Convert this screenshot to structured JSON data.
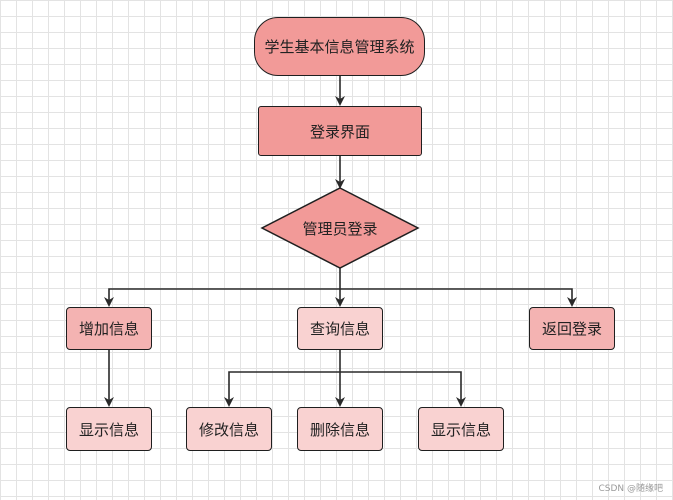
{
  "diagram": {
    "title_node": "学生基本信息管理系统",
    "login_node": "登录界面",
    "decision_node": "管理员登录",
    "branches": {
      "add": "增加信息",
      "query": "查询信息",
      "back": "返回登录"
    },
    "add_children": {
      "show": "显示信息"
    },
    "query_children": {
      "modify": "修改信息",
      "delete": "删除信息",
      "show": "显示信息"
    }
  },
  "colors": {
    "dark_fill": "#f29a98",
    "mid_fill": "#f4b3b2",
    "light_fill": "#f9d2d1",
    "stroke": "#1f1f1f",
    "edge": "#2a2a2a"
  },
  "watermark": "CSDN @随缘吧"
}
